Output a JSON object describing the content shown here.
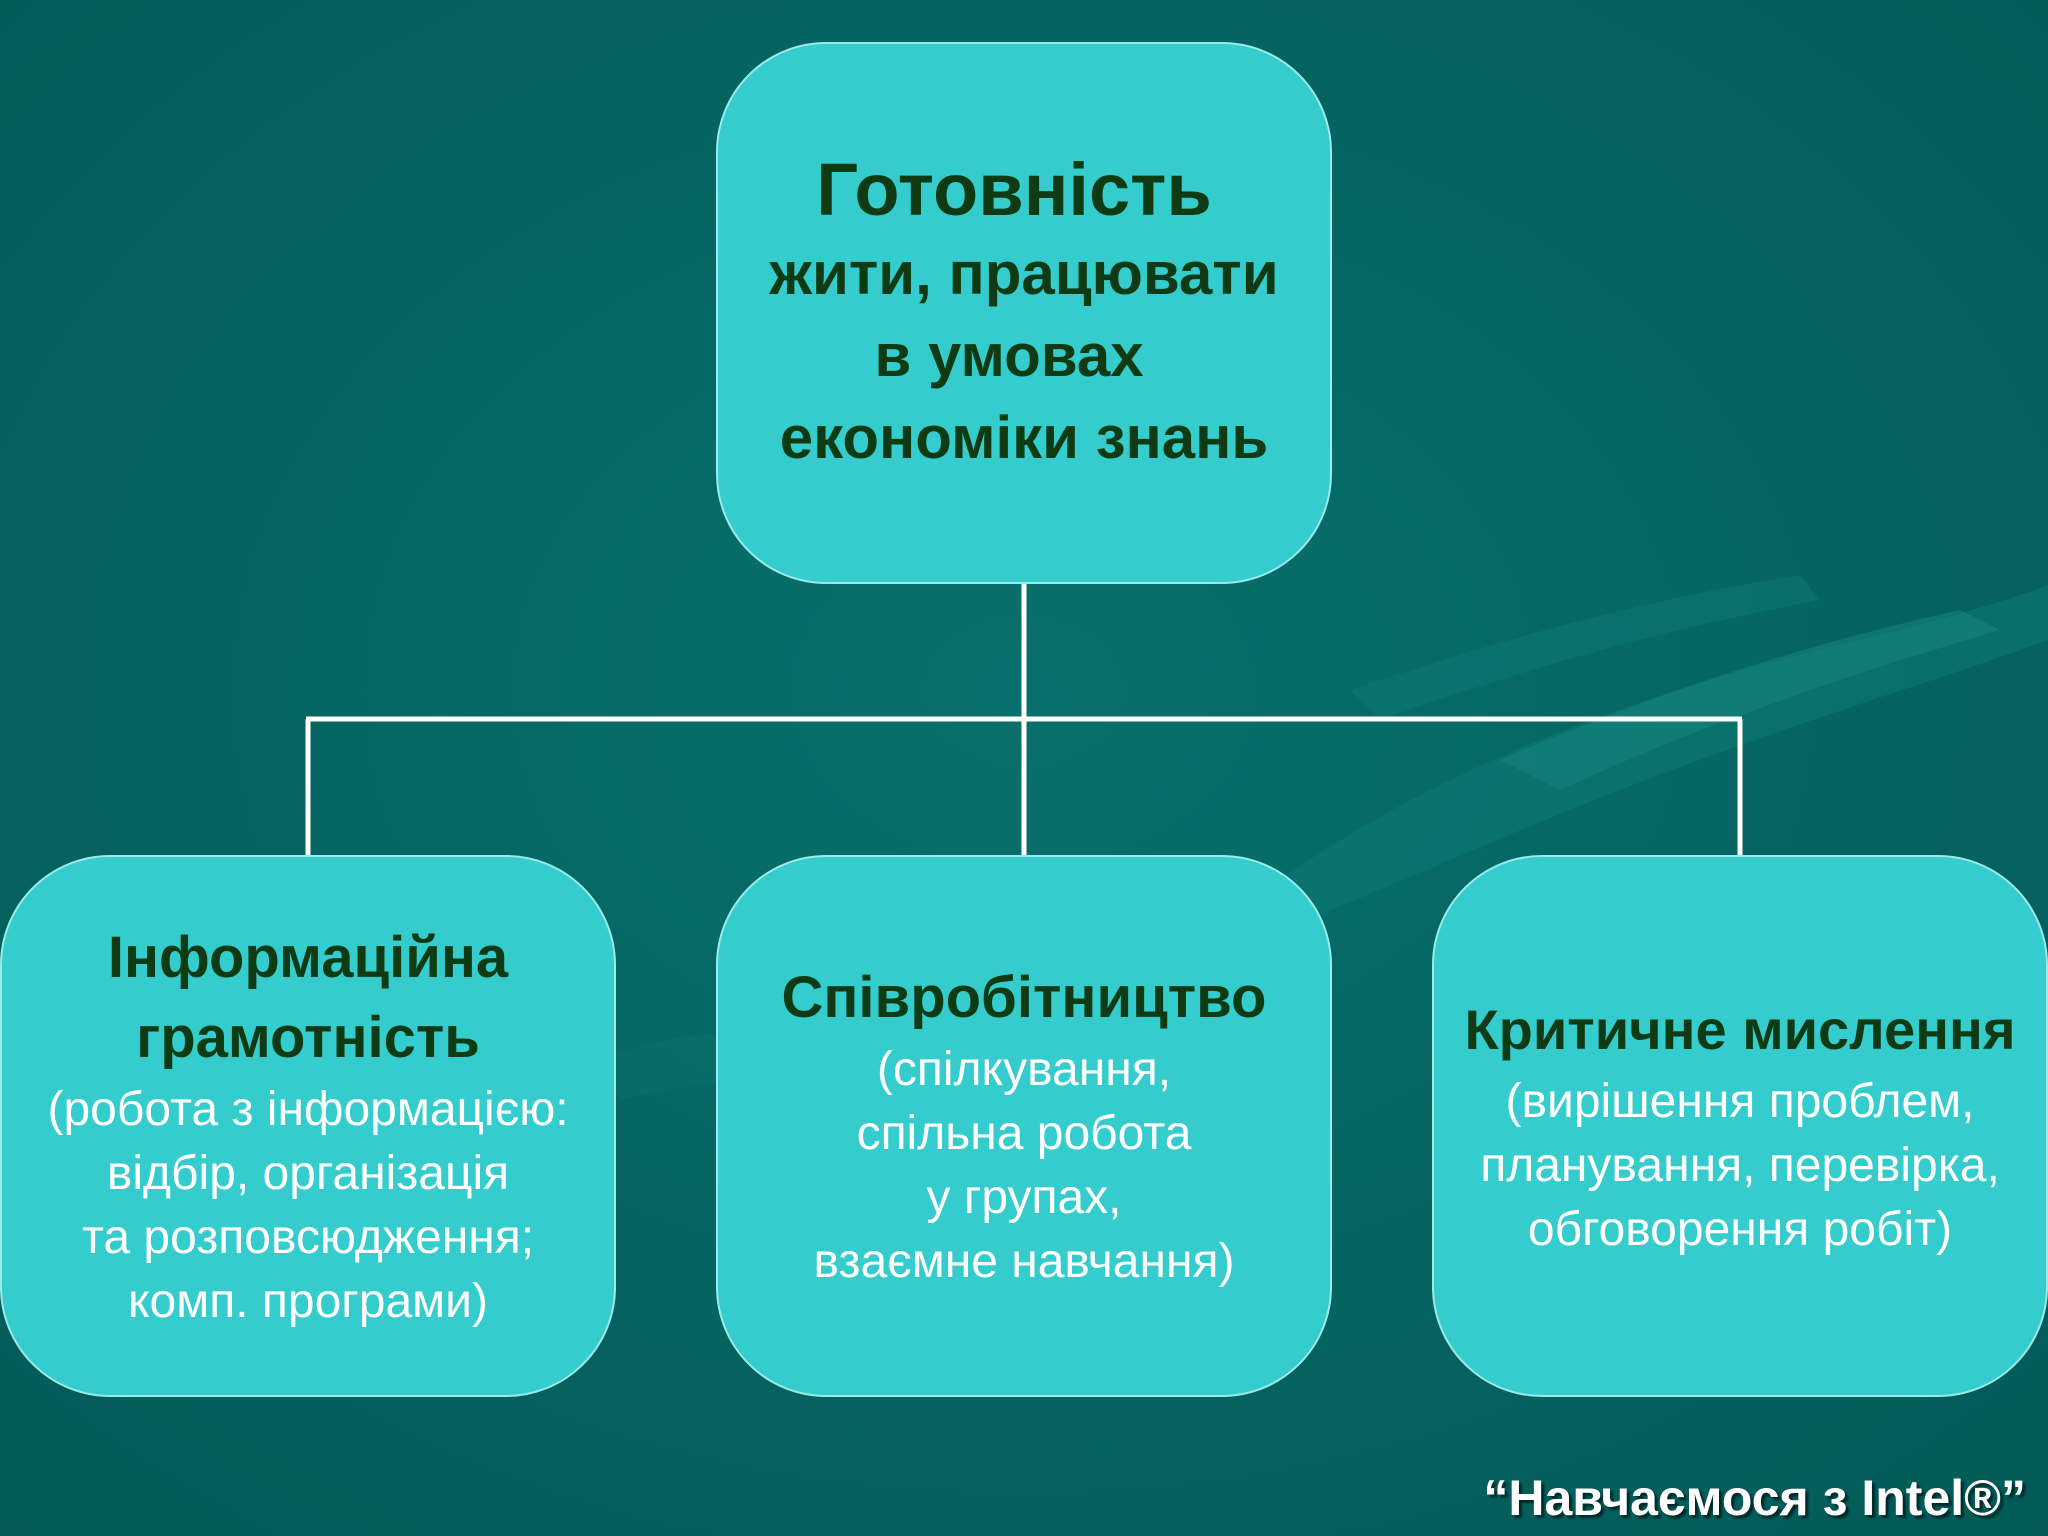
{
  "colors": {
    "background": "#04625f",
    "box_fill": "#34cccc",
    "heading_text": "#0e3b14",
    "body_text": "#ffffff",
    "connector": "#ffffff"
  },
  "root": {
    "title": "Готовність",
    "lines": [
      "жити, працювати",
      "в умовах",
      "економіки знань"
    ]
  },
  "children": [
    {
      "heading": [
        "Інформаційна",
        "грамотність"
      ],
      "description": [
        "(робота з інформацією:",
        "відбір, організація",
        "та розповсюдження;",
        "комп. програми)"
      ]
    },
    {
      "heading": [
        "Співробітництво"
      ],
      "description": [
        "(спілкування,",
        "спільна робота",
        "у групах,",
        "взаємне навчання)"
      ]
    },
    {
      "heading": [
        "Критичне мислення"
      ],
      "description": [
        "(вирішення проблем,",
        "планування, перевірка,",
        "обговорення робіт)"
      ]
    }
  ],
  "footer": {
    "text": "“Навчаємося з Intel®”"
  }
}
